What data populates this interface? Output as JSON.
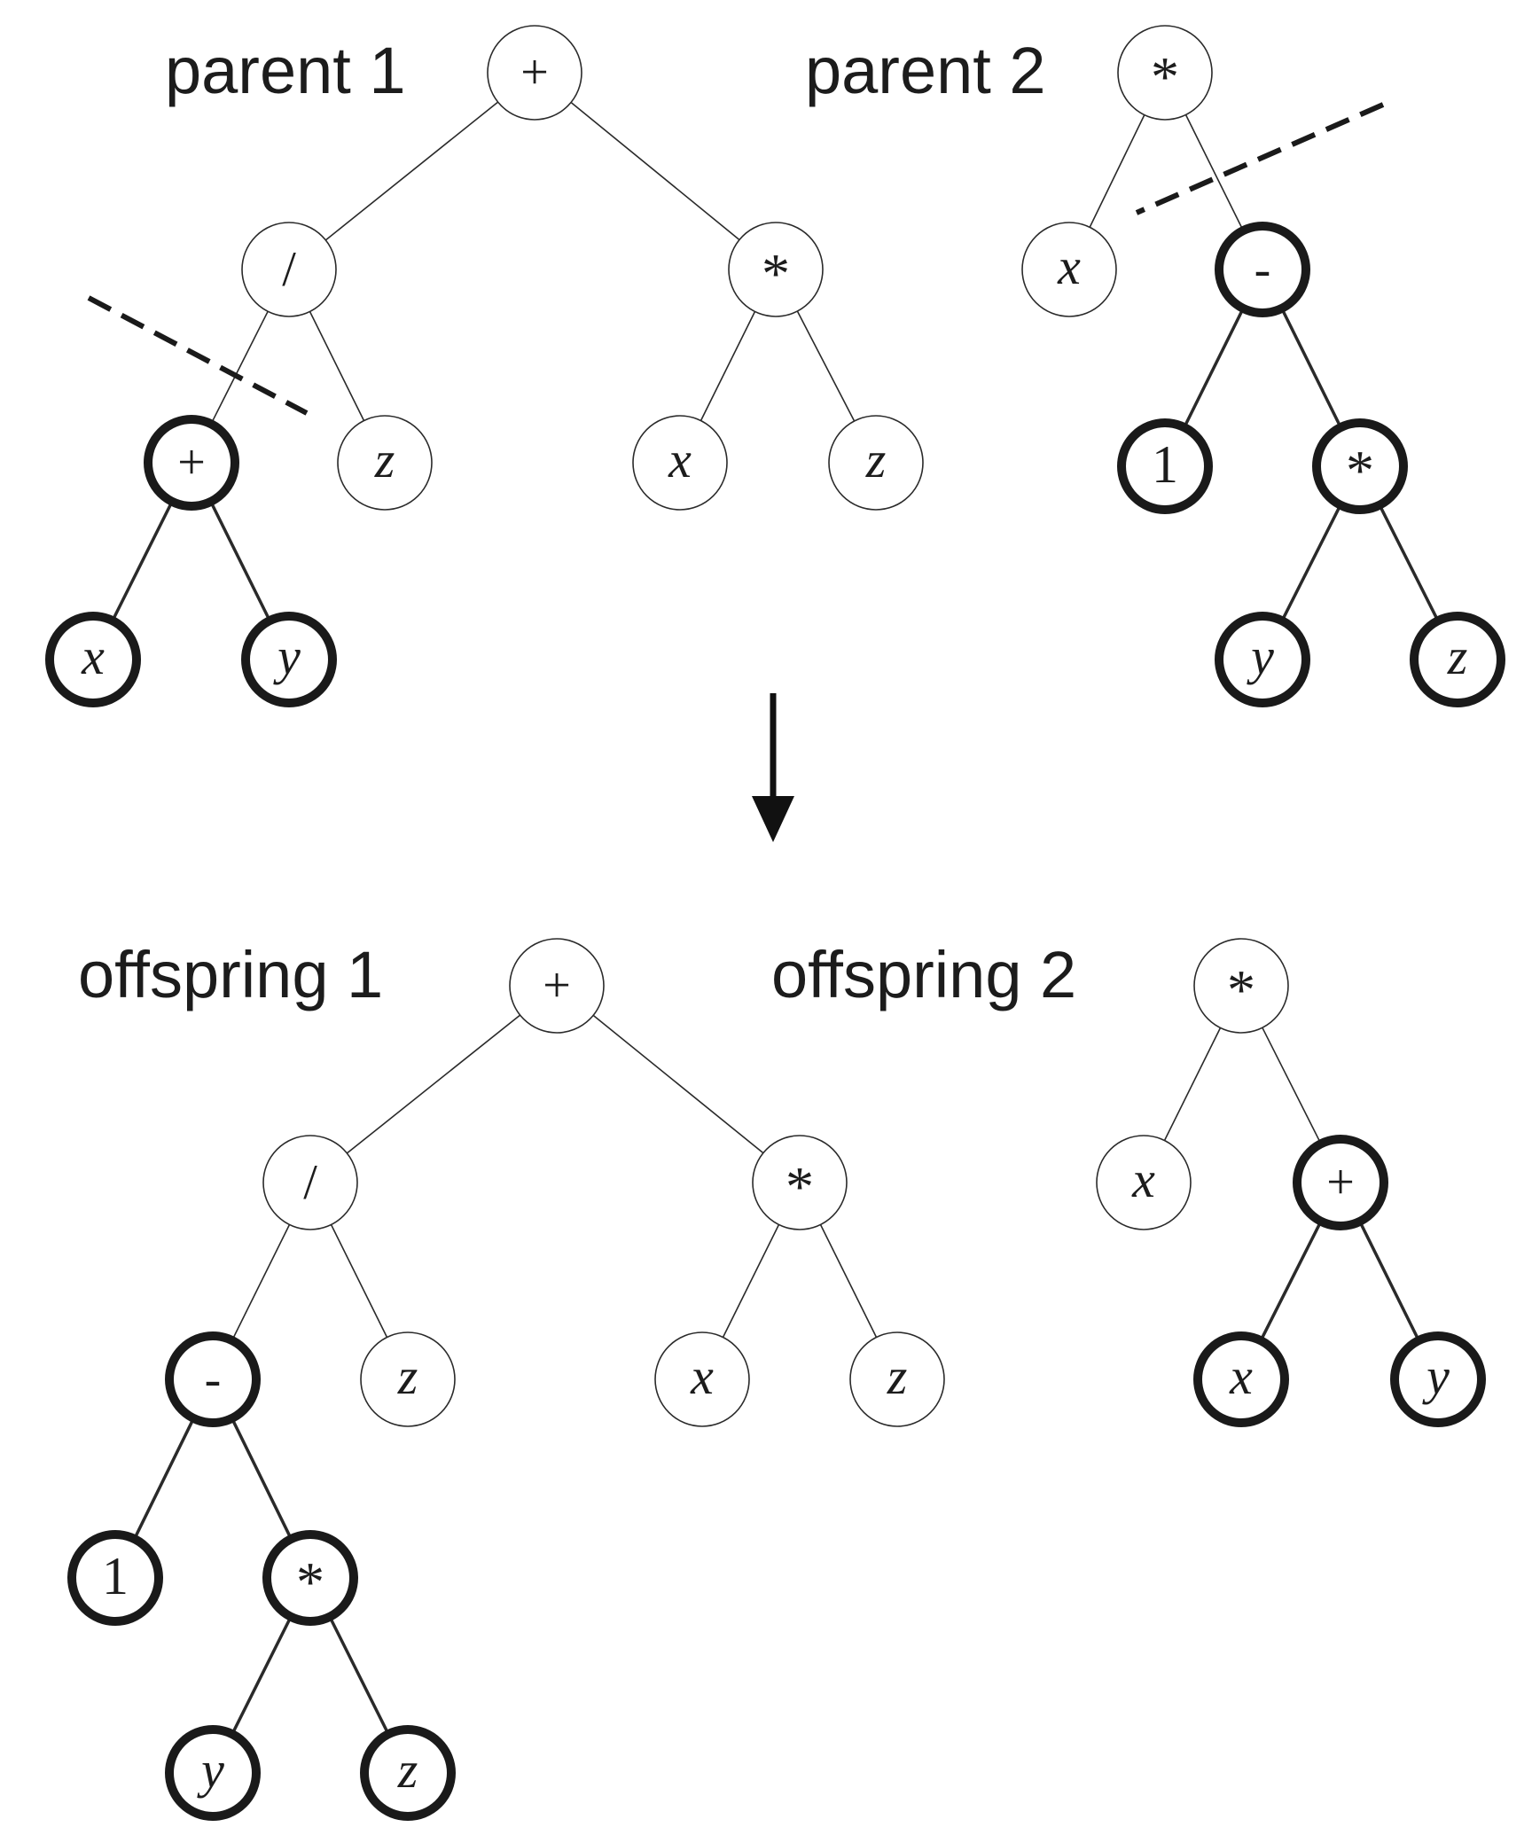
{
  "titles": {
    "parent1": "parent 1",
    "parent2": "parent 2",
    "offspring1": "offspring 1",
    "offspring2": "offspring 2"
  },
  "trees": {
    "parent1": [
      {
        "id": "root",
        "label": "+",
        "kind": "op",
        "highlighted": false
      },
      {
        "id": "div",
        "label": "/",
        "kind": "op",
        "highlighted": false,
        "parent": "root"
      },
      {
        "id": "mul",
        "label": "*",
        "kind": "star",
        "highlighted": false,
        "parent": "root"
      },
      {
        "id": "plus",
        "label": "+",
        "kind": "op",
        "highlighted": true,
        "parent": "div"
      },
      {
        "id": "z1",
        "label": "z",
        "kind": "var",
        "highlighted": false,
        "parent": "div"
      },
      {
        "id": "x2",
        "label": "x",
        "kind": "var",
        "highlighted": false,
        "parent": "mul"
      },
      {
        "id": "z2",
        "label": "z",
        "kind": "var",
        "highlighted": false,
        "parent": "mul"
      },
      {
        "id": "x1",
        "label": "x",
        "kind": "var",
        "highlighted": true,
        "parent": "plus"
      },
      {
        "id": "y1",
        "label": "y",
        "kind": "var",
        "highlighted": true,
        "parent": "plus"
      }
    ],
    "parent2": [
      {
        "id": "root",
        "label": "*",
        "kind": "star",
        "highlighted": false
      },
      {
        "id": "x",
        "label": "x",
        "kind": "var",
        "highlighted": false,
        "parent": "root"
      },
      {
        "id": "minus",
        "label": "-",
        "kind": "op",
        "highlighted": true,
        "parent": "root"
      },
      {
        "id": "one",
        "label": "1",
        "kind": "num",
        "highlighted": true,
        "parent": "minus"
      },
      {
        "id": "mul",
        "label": "*",
        "kind": "star",
        "highlighted": true,
        "parent": "minus"
      },
      {
        "id": "y",
        "label": "y",
        "kind": "var",
        "highlighted": true,
        "parent": "mul"
      },
      {
        "id": "z",
        "label": "z",
        "kind": "var",
        "highlighted": true,
        "parent": "mul"
      }
    ],
    "offspring1": [
      {
        "id": "root",
        "label": "+",
        "kind": "op",
        "highlighted": false
      },
      {
        "id": "div",
        "label": "/",
        "kind": "op",
        "highlighted": false,
        "parent": "root"
      },
      {
        "id": "mul",
        "label": "*",
        "kind": "star",
        "highlighted": false,
        "parent": "root"
      },
      {
        "id": "minus",
        "label": "-",
        "kind": "op",
        "highlighted": true,
        "parent": "div"
      },
      {
        "id": "z1",
        "label": "z",
        "kind": "var",
        "highlighted": false,
        "parent": "div"
      },
      {
        "id": "x2",
        "label": "x",
        "kind": "var",
        "highlighted": false,
        "parent": "mul"
      },
      {
        "id": "z2",
        "label": "z",
        "kind": "var",
        "highlighted": false,
        "parent": "mul"
      },
      {
        "id": "one",
        "label": "1",
        "kind": "num",
        "highlighted": true,
        "parent": "minus"
      },
      {
        "id": "mul2",
        "label": "*",
        "kind": "star",
        "highlighted": true,
        "parent": "minus"
      },
      {
        "id": "y",
        "label": "y",
        "kind": "var",
        "highlighted": true,
        "parent": "mul2"
      },
      {
        "id": "z",
        "label": "z",
        "kind": "var",
        "highlighted": true,
        "parent": "mul2"
      }
    ],
    "offspring2": [
      {
        "id": "root",
        "label": "*",
        "kind": "star",
        "highlighted": false
      },
      {
        "id": "x",
        "label": "x",
        "kind": "var",
        "highlighted": false,
        "parent": "root"
      },
      {
        "id": "plus",
        "label": "+",
        "kind": "op",
        "highlighted": true,
        "parent": "root"
      },
      {
        "id": "x1",
        "label": "x",
        "kind": "var",
        "highlighted": true,
        "parent": "plus"
      },
      {
        "id": "y1",
        "label": "y",
        "kind": "var",
        "highlighted": true,
        "parent": "plus"
      }
    ]
  },
  "crossover_cuts": [
    "parent1: / → +",
    "parent2: * → -"
  ],
  "arrow": "down"
}
